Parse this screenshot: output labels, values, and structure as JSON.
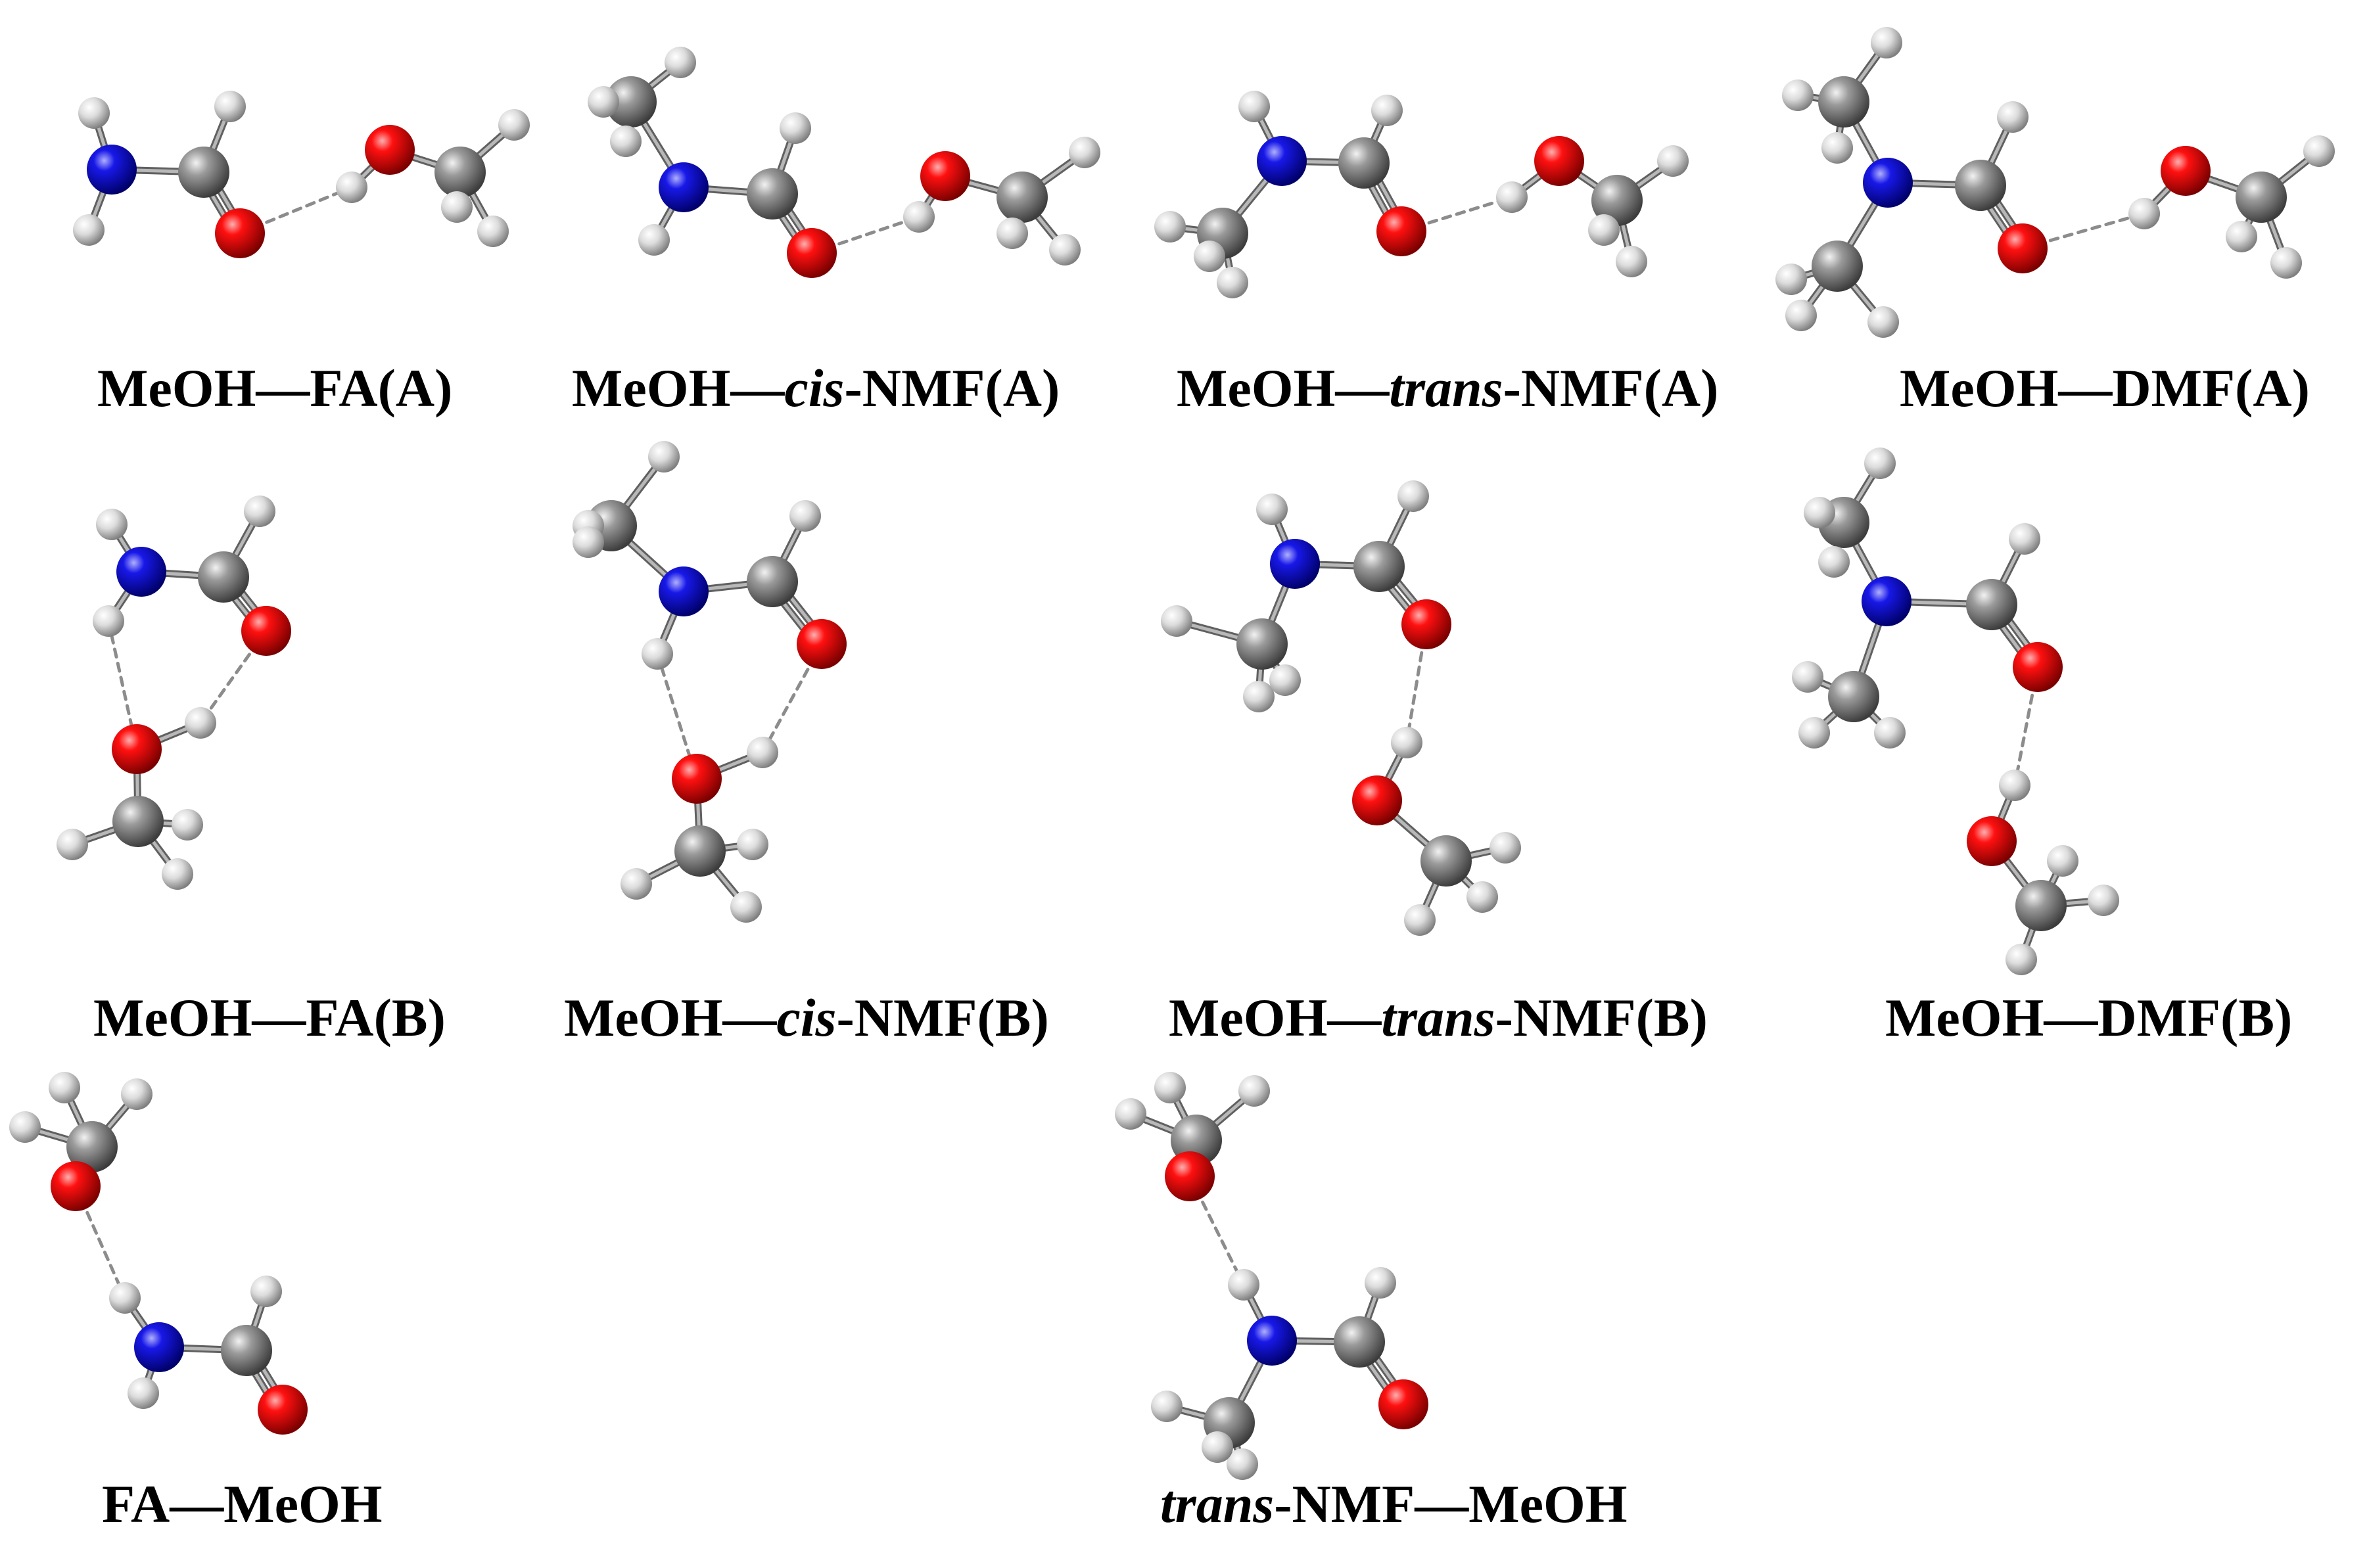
{
  "colors": {
    "oxygen": "#e00000",
    "nitrogen": "#1010d0",
    "carbon": "#8a8a8a",
    "hydrogen": "#d8d8d8",
    "hbond": "#8c8c8c"
  },
  "panels": [
    {
      "id": "meoh-fa-a",
      "label_parts": [
        {
          "t": "MeOH—FA(A)"
        }
      ]
    },
    {
      "id": "meoh-cis-nmf-a",
      "label_parts": [
        {
          "t": "MeOH—"
        },
        {
          "t": "cis",
          "i": true
        },
        {
          "t": "-NMF(A)"
        }
      ]
    },
    {
      "id": "meoh-trans-nmf-a",
      "label_parts": [
        {
          "t": "MeOH—"
        },
        {
          "t": "trans",
          "i": true
        },
        {
          "t": "-NMF(A)"
        }
      ]
    },
    {
      "id": "meoh-dmf-a",
      "label_parts": [
        {
          "t": "MeOH—DMF(A)"
        }
      ]
    },
    {
      "id": "meoh-fa-b",
      "label_parts": [
        {
          "t": "MeOH—FA(B)"
        }
      ]
    },
    {
      "id": "meoh-cis-nmf-b",
      "label_parts": [
        {
          "t": "MeOH—"
        },
        {
          "t": "cis",
          "i": true
        },
        {
          "t": "-NMF(B)"
        }
      ]
    },
    {
      "id": "meoh-trans-nmf-b",
      "label_parts": [
        {
          "t": "MeOH—"
        },
        {
          "t": "trans",
          "i": true
        },
        {
          "t": "-NMF(B)"
        }
      ]
    },
    {
      "id": "meoh-dmf-b",
      "label_parts": [
        {
          "t": "MeOH—DMF(B)"
        }
      ]
    },
    {
      "id": "fa-meoh",
      "label_parts": [
        {
          "t": "FA—MeOH"
        }
      ]
    },
    {
      "id": "trans-nmf-meoh",
      "label_parts": [
        {
          "t": "trans",
          "i": true
        },
        {
          "t": "-NMF—MeOH"
        }
      ]
    }
  ]
}
